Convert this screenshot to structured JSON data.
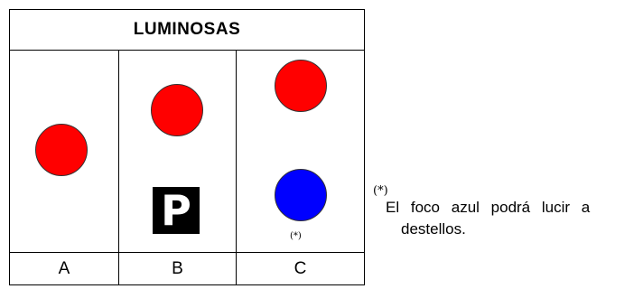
{
  "title": "LUMINOSAS",
  "columns": [
    {
      "label": "A"
    },
    {
      "label": "B"
    },
    {
      "label": "C"
    }
  ],
  "lights": {
    "a_light": "red",
    "b_light": "red",
    "c_top_light": "red",
    "c_bottom_light": "blue"
  },
  "parking_sign": {
    "letter": "P"
  },
  "asterisk_mark": "(*)",
  "footnote": {
    "mark": "(*)",
    "line1_words": [
      "El",
      "foco",
      "azul",
      "podrá",
      "lucir",
      "a"
    ],
    "line2": "destellos."
  },
  "colors": {
    "red": "#ff0000",
    "blue": "#0000ff",
    "border": "#000000"
  }
}
